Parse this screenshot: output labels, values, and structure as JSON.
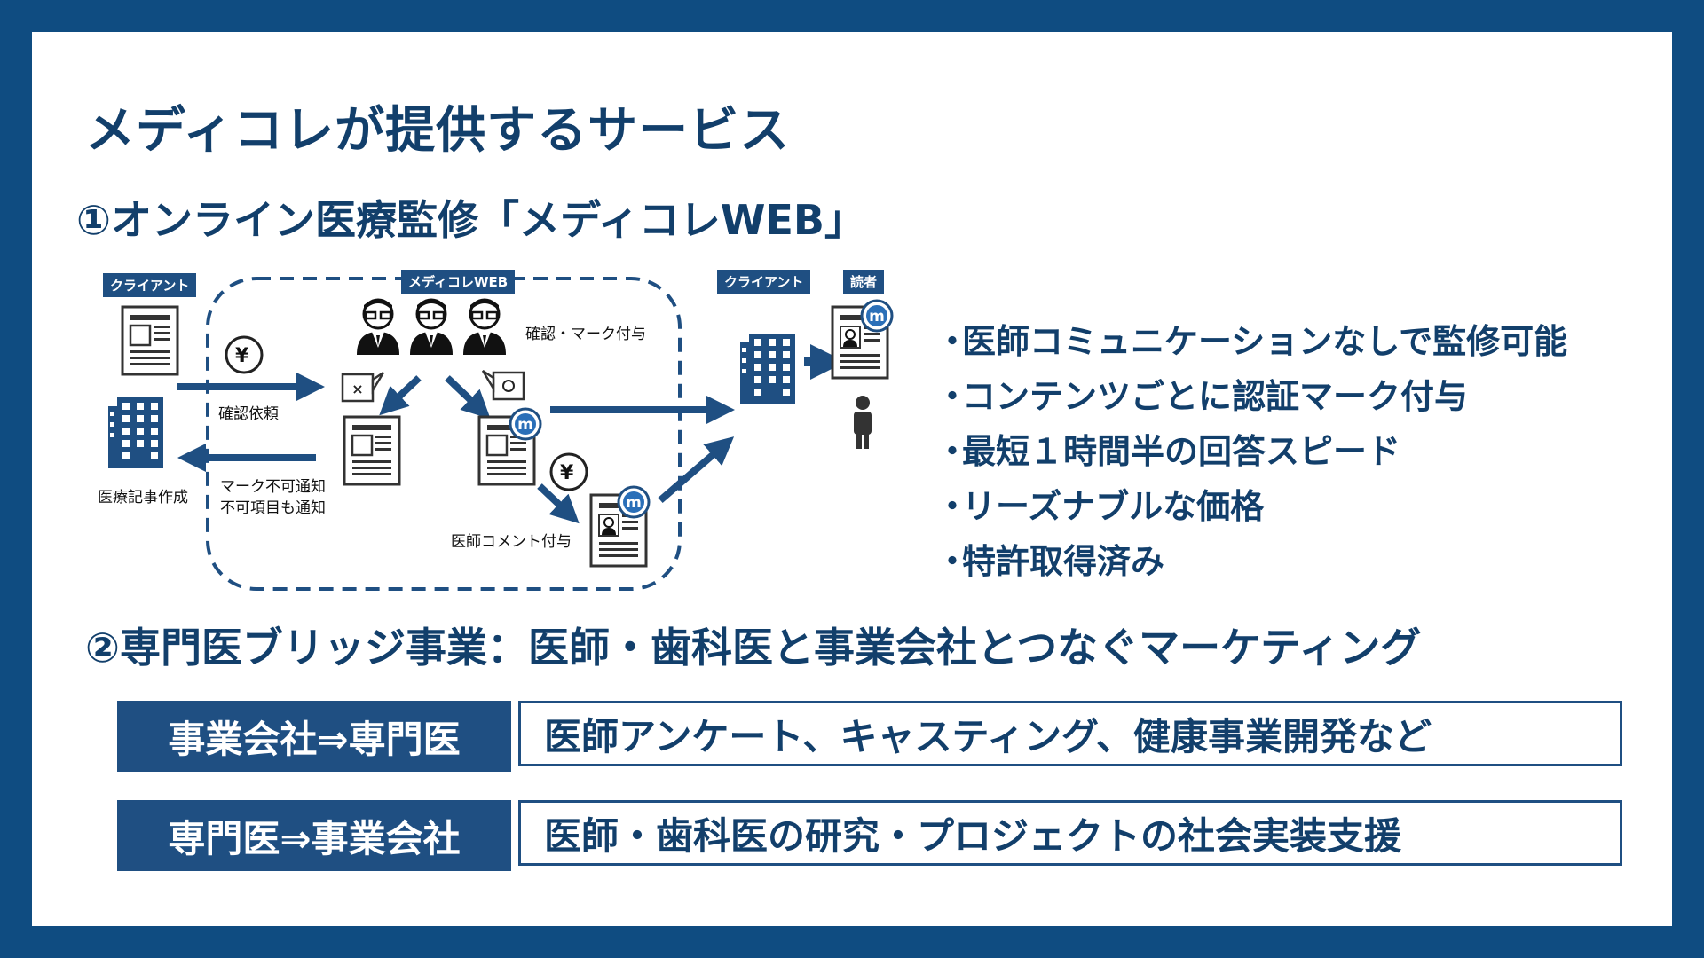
{
  "title": "メディコレが提供するサービス",
  "section1": {
    "heading": "①オンライン医療監修「メディコレWEB」",
    "diagram": {
      "client_left_tag": "クライアント",
      "medicore_tag": "メディコレWEB",
      "client_right_tag": "クライアント",
      "reader_tag": "読者",
      "request_label": "確認依頼",
      "article_label": "医療記事作成",
      "notify_label_1": "マーク不可通知",
      "notify_label_2": "不可項目も通知",
      "confirm_label": "確認・マーク付与",
      "comment_label": "医師コメント付与",
      "yen_symbol": "¥"
    },
    "bullets": [
      "医師コミュニケーションなしで監修可能",
      "コンテンツごとに認証マーク付与",
      "最短１時間半の回答スピード",
      "リーズナブルな価格",
      "特許取得済み"
    ],
    "bullet_marker": "・"
  },
  "section2": {
    "heading": "②専門医ブリッジ事業：医師・歯科医と事業会社とつなぐマーケティング",
    "rows": [
      {
        "label": "事業会社⇒専門医",
        "desc": "医師アンケート、キャスティング、健康事業開発など"
      },
      {
        "label": "専門医⇒事業会社",
        "desc": "医師・歯科医の研究・プロジェクトの社会実装支援"
      }
    ]
  },
  "colors": {
    "frame": "#0f4c81",
    "navy": "#1f4f82",
    "text": "#123f6b"
  }
}
